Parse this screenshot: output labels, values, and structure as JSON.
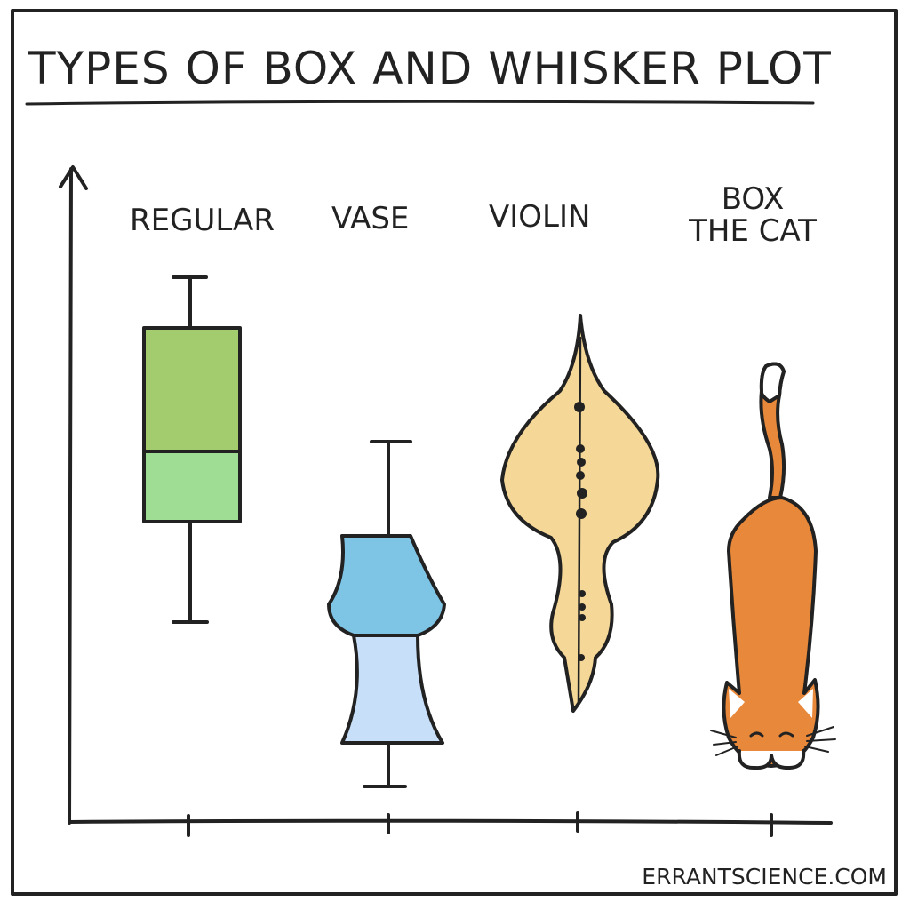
{
  "title": "Types of box and whisker plot",
  "plots": [
    {
      "label": "Regular",
      "colors": [
        "#a3cc6e",
        "#9fdc94"
      ]
    },
    {
      "label": "Vase",
      "colors": [
        "#7ec4e4",
        "#c7dff8"
      ]
    },
    {
      "label": "Violin",
      "colors": [
        "#f5d898"
      ]
    },
    {
      "label_line1": "Box",
      "label_line2": "the cat",
      "colors": [
        "#e8883a"
      ]
    }
  ],
  "credit": "ErrantScience.com"
}
